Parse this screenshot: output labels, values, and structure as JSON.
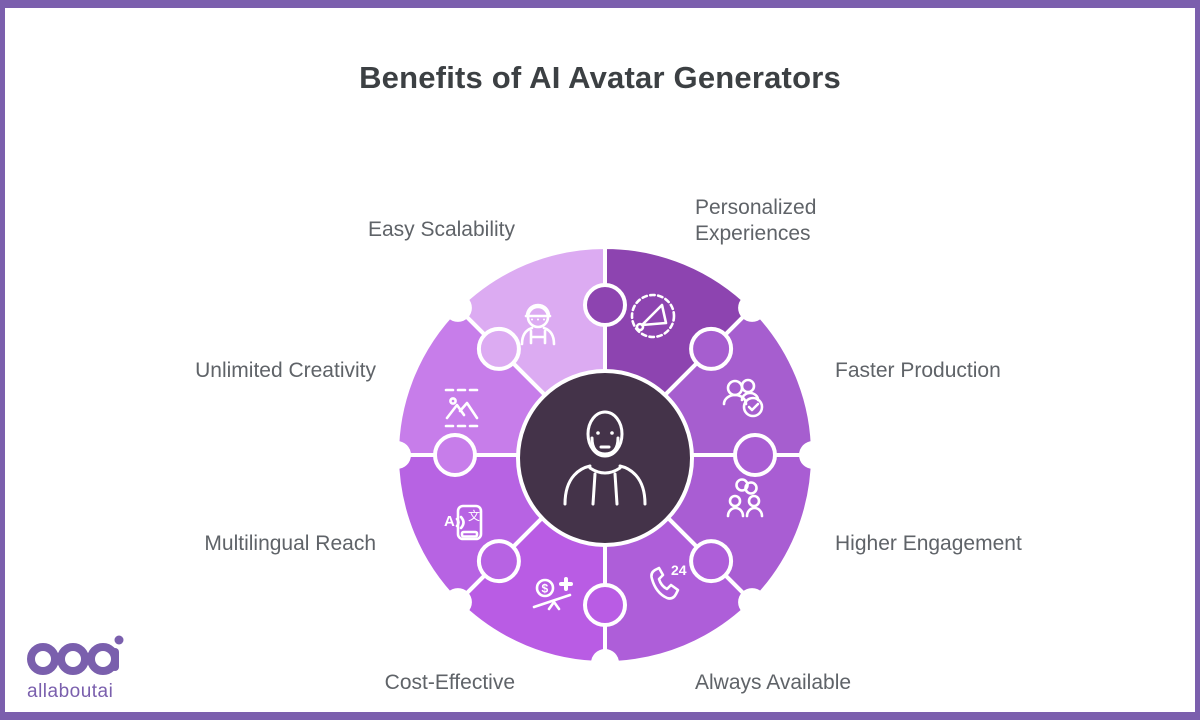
{
  "title": "Benefits of AI Avatar Generators",
  "frame": {
    "border_color": "#7b5fad",
    "background": "#ffffff"
  },
  "center": {
    "fill": "#443349",
    "icon": "avatar-person-icon"
  },
  "segments": [
    {
      "label": "Personalized Experiences",
      "color": "#8d44b0",
      "icon": "megaphone-burst-icon"
    },
    {
      "label": "Faster Production",
      "color": "#a65ecf",
      "icon": "team-check-icon"
    },
    {
      "label": "Higher Engagement",
      "color": "#a95dd3",
      "icon": "people-link-icon"
    },
    {
      "label": "Always Available",
      "color": "#ae5ed9",
      "icon": "phone-24-icon"
    },
    {
      "label": "Cost-Effective",
      "color": "#b95ce4",
      "icon": "cost-balance-icon"
    },
    {
      "label": "Multilingual Reach",
      "color": "#b763e3",
      "icon": "translate-phone-icon"
    },
    {
      "label": "Unlimited Creativity",
      "color": "#c77dea",
      "icon": "image-creativity-icon"
    },
    {
      "label": "Easy Scalability",
      "color": "#dcabf2",
      "icon": "worker-avatar-icon"
    }
  ],
  "icon_texts": {
    "always_24": "24",
    "dollar": "$",
    "translate_a": "A",
    "translate_zh": "文"
  },
  "logo": {
    "wordmark": "allaboutai",
    "color": "#7a5fad"
  },
  "colors": {
    "title_text": "#3c4043",
    "label_text": "#5f6368",
    "icon_stroke": "#ffffff"
  }
}
